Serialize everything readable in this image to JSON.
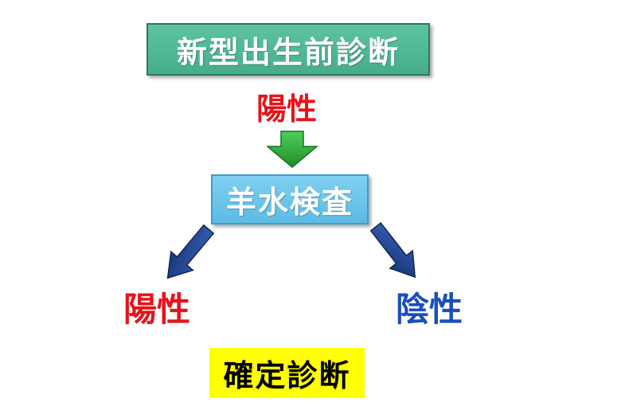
{
  "nodes": {
    "top": "新型出生前診断",
    "top_result": "陽性",
    "middle": "羊水検査",
    "left_result": "陽性",
    "right_result": "陰性",
    "final": "確定診断"
  },
  "colors": {
    "top_box": "#4fb896",
    "middle_box": "#6cc6ec",
    "final_highlight": "#ffff00",
    "positive_text": "#e8131b",
    "negative_text": "#1a4fbd",
    "down_arrow": "#2eaa3a",
    "diagonal_arrows": "#1f3f8a"
  }
}
